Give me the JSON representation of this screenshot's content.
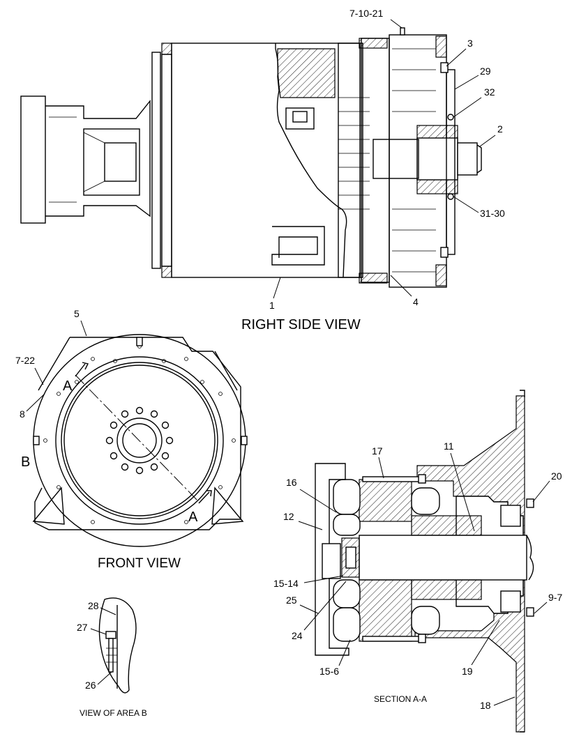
{
  "views": {
    "right_side": {
      "title": "RIGHT SIDE VIEW"
    },
    "front": {
      "title": "FRONT VIEW",
      "section_mark": "A"
    },
    "area_b": {
      "title": "VIEW OF AREA B",
      "area_mark": "B"
    },
    "section": {
      "title": "SECTION A-A"
    }
  },
  "callouts": {
    "c7_10_21": "7-10-21",
    "c3": "3",
    "c29": "29",
    "c32": "32",
    "c2": "2",
    "c31_30": "31-30",
    "c1": "1",
    "c4": "4",
    "c5": "5",
    "c7_22": "7-22",
    "c8": "8",
    "c28": "28",
    "c27": "27",
    "c26": "26",
    "c17": "17",
    "c11": "11",
    "c20": "20",
    "c16": "16",
    "c12": "12",
    "c15_14": "15-14",
    "c25": "25",
    "c24": "24",
    "c15_6": "15-6",
    "c19": "19",
    "c9_7": "9-7",
    "c18": "18"
  }
}
